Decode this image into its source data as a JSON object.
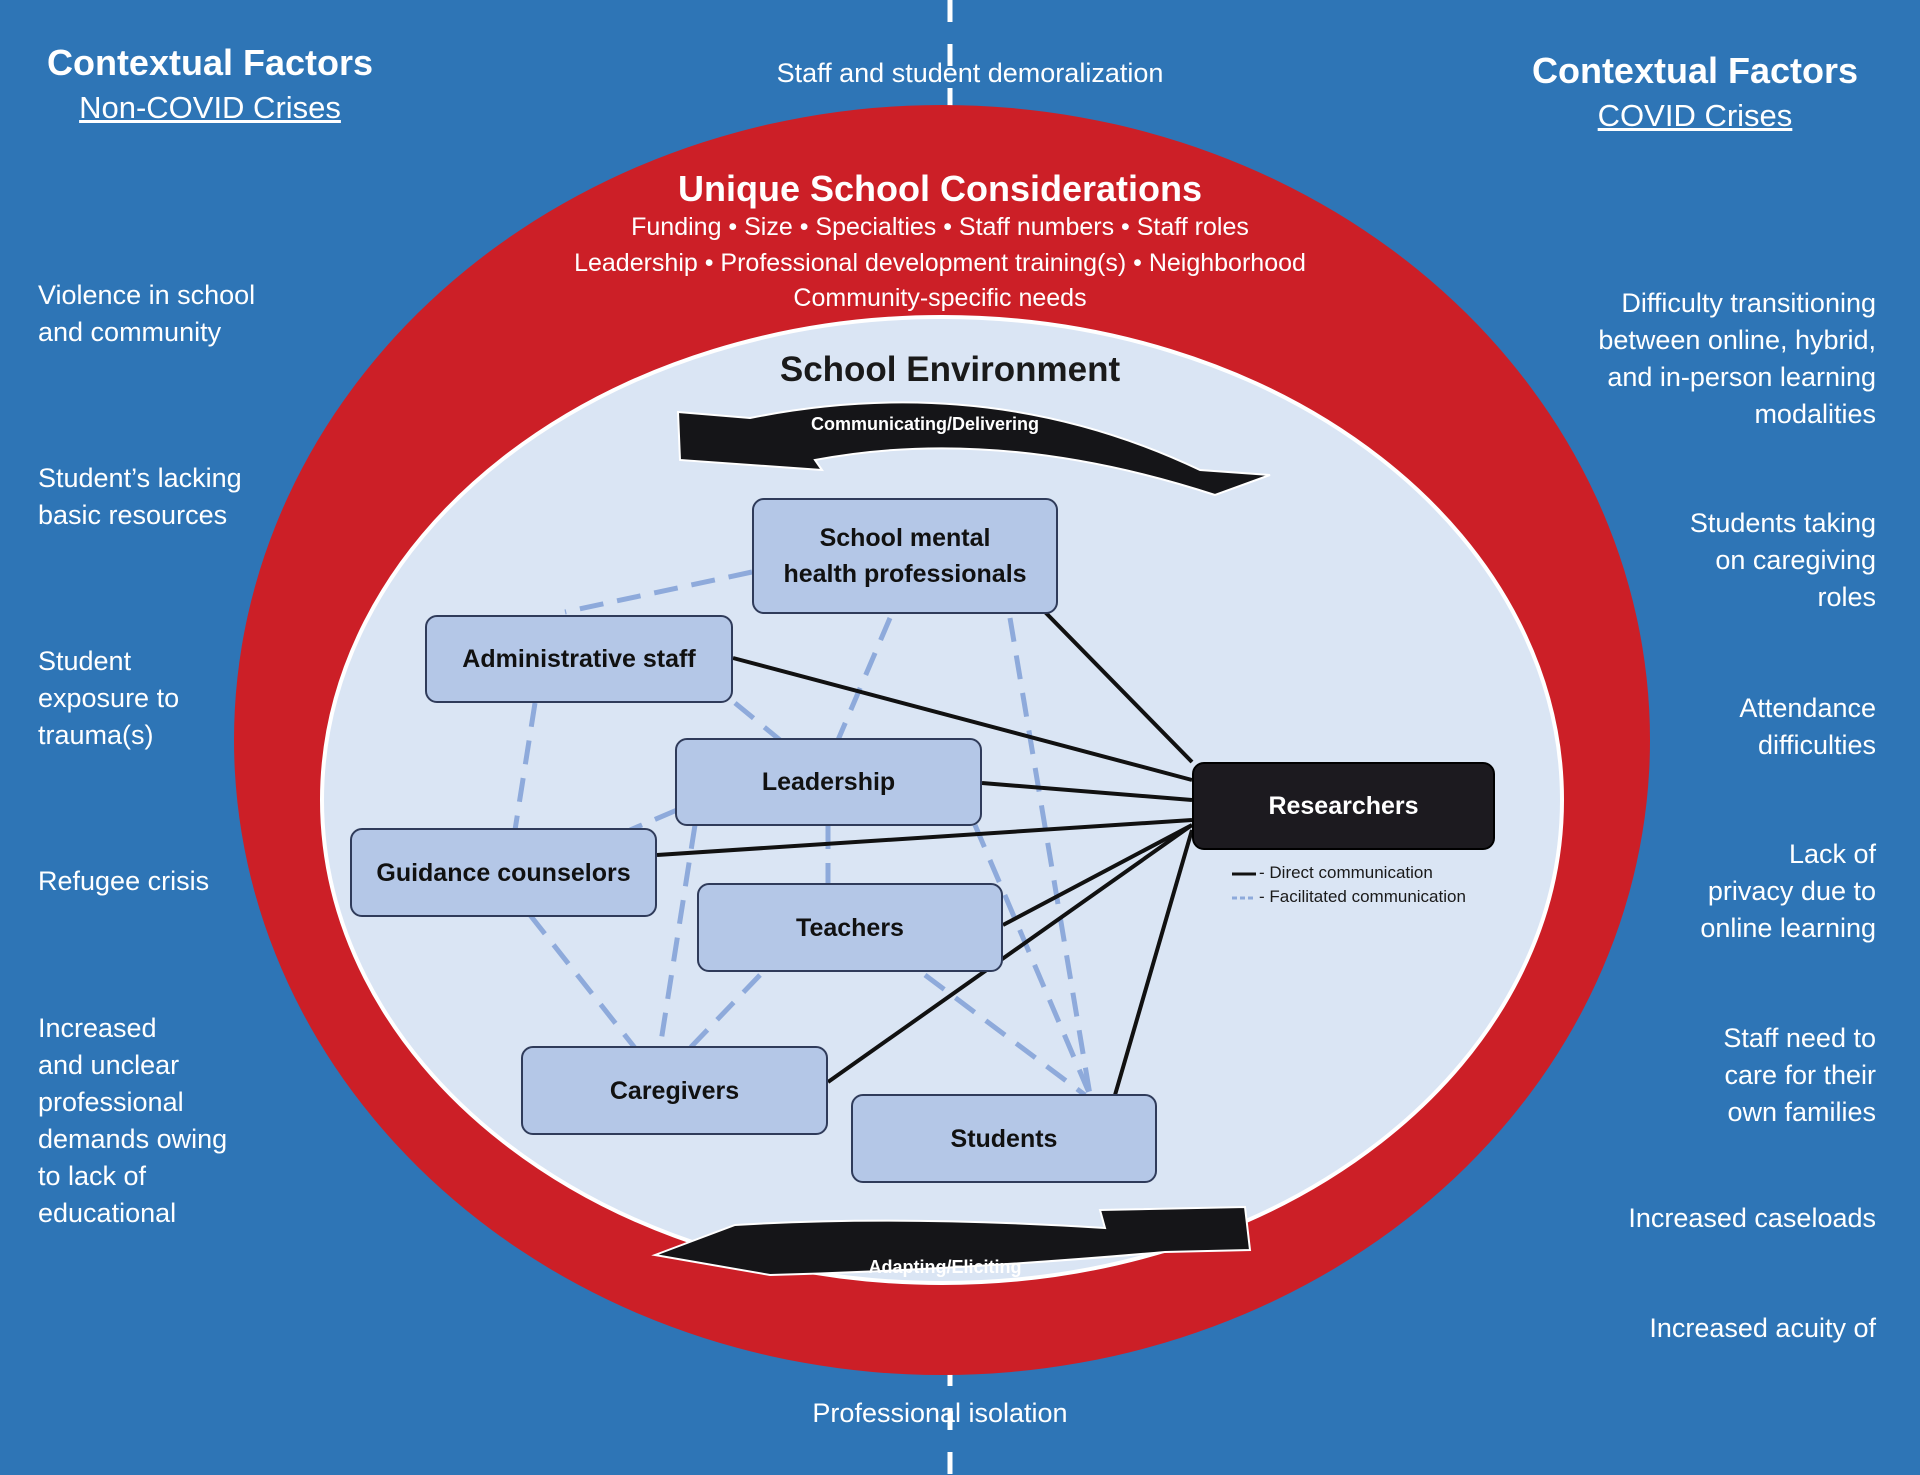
{
  "left": {
    "title": "Contextual Factors",
    "subtitle": "Non-COVID Crises",
    "factors": [
      "Violence in school\nand community",
      "Student’s lacking\nbasic resources",
      "Student\nexposure to\ntrauma(s)",
      "Refugee crisis",
      "Increased\nand unclear\nprofessional\ndemands owing\nto lack of\neducational"
    ]
  },
  "right": {
    "title": "Contextual Factors",
    "subtitle": "COVID Crises",
    "factors": [
      "Difficulty transitioning\nbetween online, hybrid,\nand in-person learning\nmodalities",
      "Students taking\non caregiving\nroles",
      "Attendance\ndifficulties",
      "Lack of\nprivacy due to\nonline learning",
      "Staff need to\ncare for their\nown families",
      "Increased caseloads",
      "Increased acuity of"
    ]
  },
  "top_center": "Staff and student demoralization",
  "bottom_center": "Professional isolation",
  "unique_school": {
    "title": "Unique School Considerations",
    "lines": [
      "Funding • Size • Specialties • Staff numbers • Staff roles",
      "Leadership • Professional development training(s) • Neighborhood",
      "Community-specific needs"
    ]
  },
  "environment": {
    "title": "School Environment",
    "top_arrow": "Communicating/Delivering",
    "bottom_arrow": "Adapting/Eliciting",
    "nodes": {
      "mental_health": "School mental\nhealth professionals",
      "admin": "Administrative staff",
      "leadership": "Leadership",
      "guidance": "Guidance counselors",
      "teachers": "Teachers",
      "caregivers": "Caregivers",
      "students": "Students",
      "researchers": "Researchers"
    },
    "legend": {
      "direct": "- Direct communication",
      "facilitated": "- Facilitated communication"
    }
  },
  "colors": {
    "background": "#2e75b6",
    "red_ring": "#cc1f27",
    "inner_ellipse": "#dae5f4",
    "node_fill": "#b4c7e7",
    "researcher_fill": "#1c1a1f",
    "direct_line": "#111111",
    "facilitated_line": "#8eaadb"
  }
}
